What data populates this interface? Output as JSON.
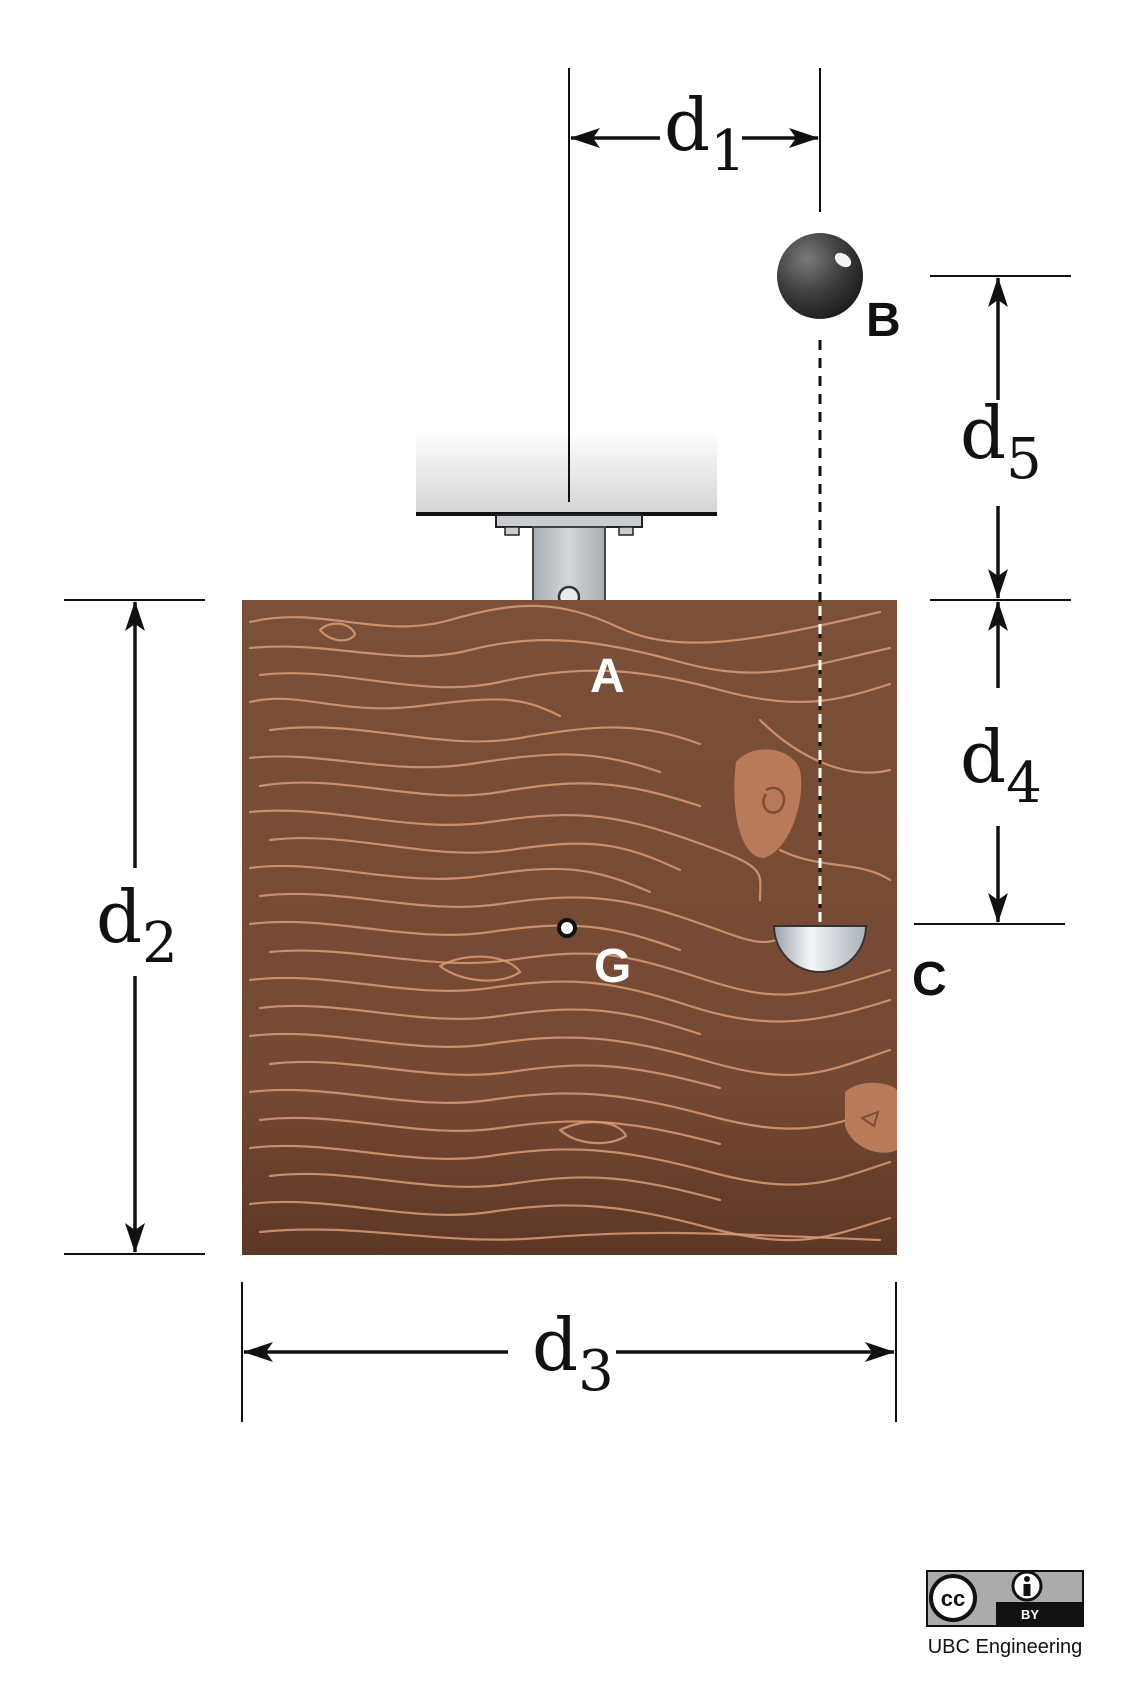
{
  "labels": {
    "point_a": "A",
    "point_b": "B",
    "point_c": "C",
    "point_g": "G"
  },
  "dimensions": {
    "d1": {
      "main": "d",
      "sub": "1"
    },
    "d2": {
      "main": "d",
      "sub": "2"
    },
    "d3": {
      "main": "d",
      "sub": "3"
    },
    "d4": {
      "main": "d",
      "sub": "4"
    },
    "d5": {
      "main": "d",
      "sub": "5"
    }
  },
  "license": {
    "cc": "cc",
    "by": "BY",
    "credit": "UBC Engineering"
  },
  "colors": {
    "wood": "#7b4e38",
    "wood_dark": "#5b3423",
    "grain": "#d99b76",
    "knot": "#b9795a",
    "metal": "#c7cbd0",
    "ball": "#3c3c3c",
    "ink": "#111111"
  }
}
